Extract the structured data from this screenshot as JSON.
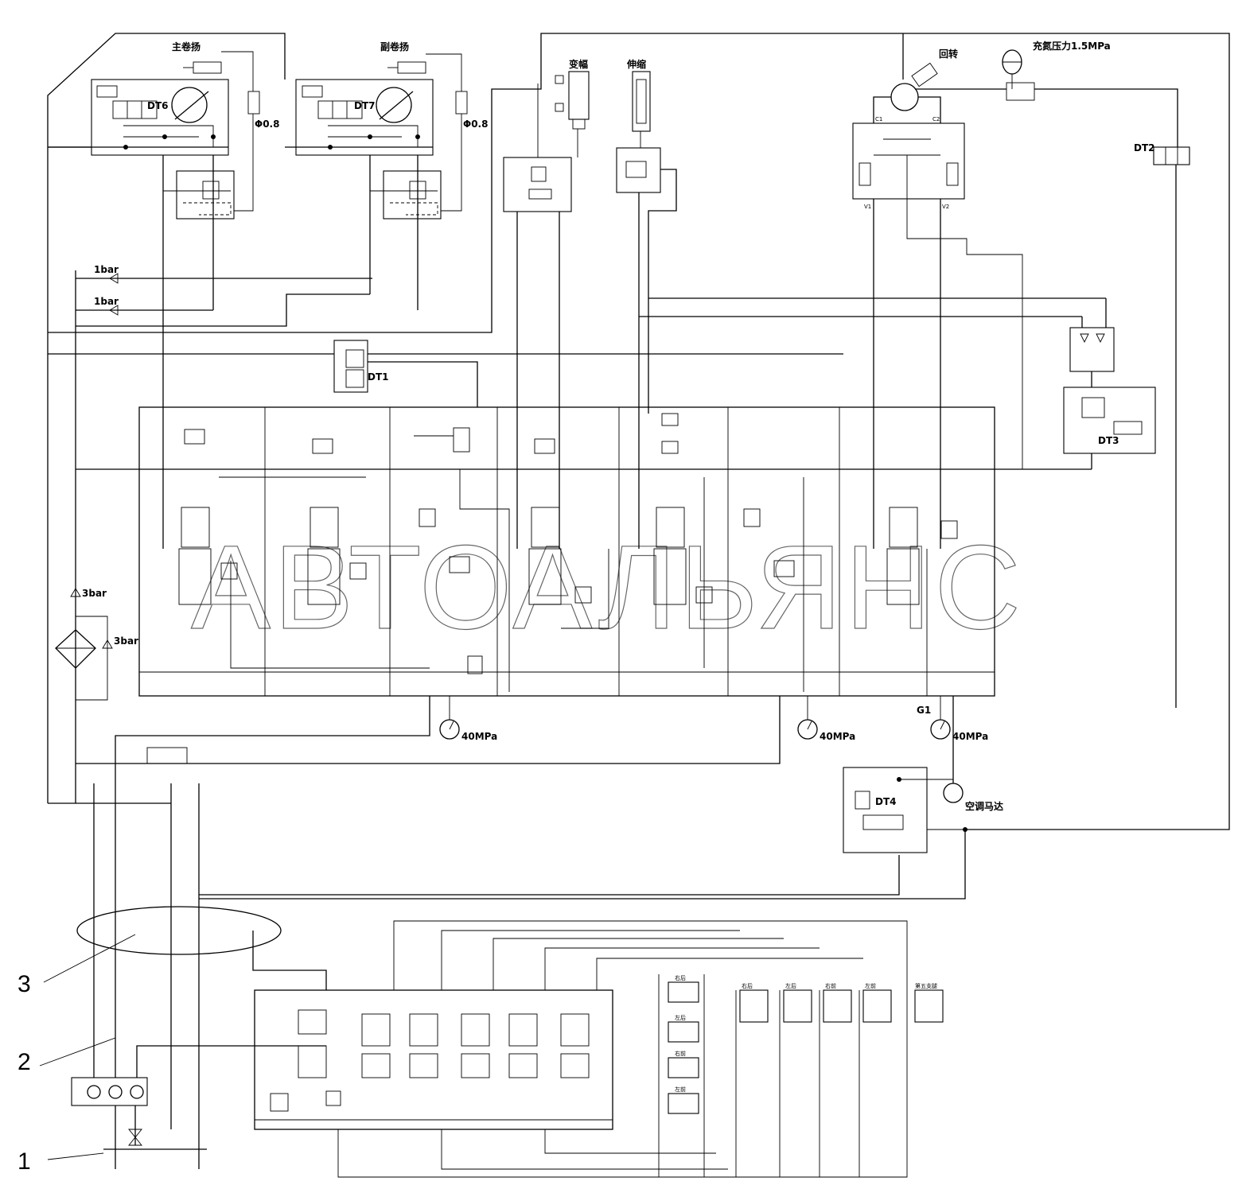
{
  "labels": {
    "main_winch": "主卷扬",
    "aux_winch": "副卷扬",
    "luffing": "变幅",
    "telescope": "伸缩",
    "slewing": "回转",
    "nitrogen_charge": "充氮压力1.5MPa",
    "ac_motor": "空调马达",
    "orifice_1": "Φ0.8",
    "orifice_2": "Φ0.8",
    "dt1": "DT1",
    "dt2": "DT2",
    "dt3": "DT3",
    "dt4": "DT4",
    "dt6": "DT6",
    "dt7": "DT7",
    "check_1bar_a": "1bar",
    "check_1bar_b": "1bar",
    "check_3bar_a": "3bar",
    "check_3bar_b": "3bar",
    "gauge_1": "40MPa",
    "gauge_2": "40MPa",
    "gauge_3": "40MPa",
    "g1": "G1",
    "c1": "C1",
    "c2": "C2",
    "v1": "V1",
    "v2": "V2",
    "outrigger_1": "右后",
    "outrigger_2": "左后",
    "outrigger_3": "右前",
    "outrigger_4": "左前",
    "cyl_a": "右后",
    "cyl_b": "左后",
    "cyl_c": "右前",
    "cyl_d": "左前",
    "cyl_e": "第五支腿"
  },
  "callouts": {
    "c1": "1",
    "c2": "2",
    "c3": "3"
  },
  "watermark": "АВТОАЛЬЯНС"
}
